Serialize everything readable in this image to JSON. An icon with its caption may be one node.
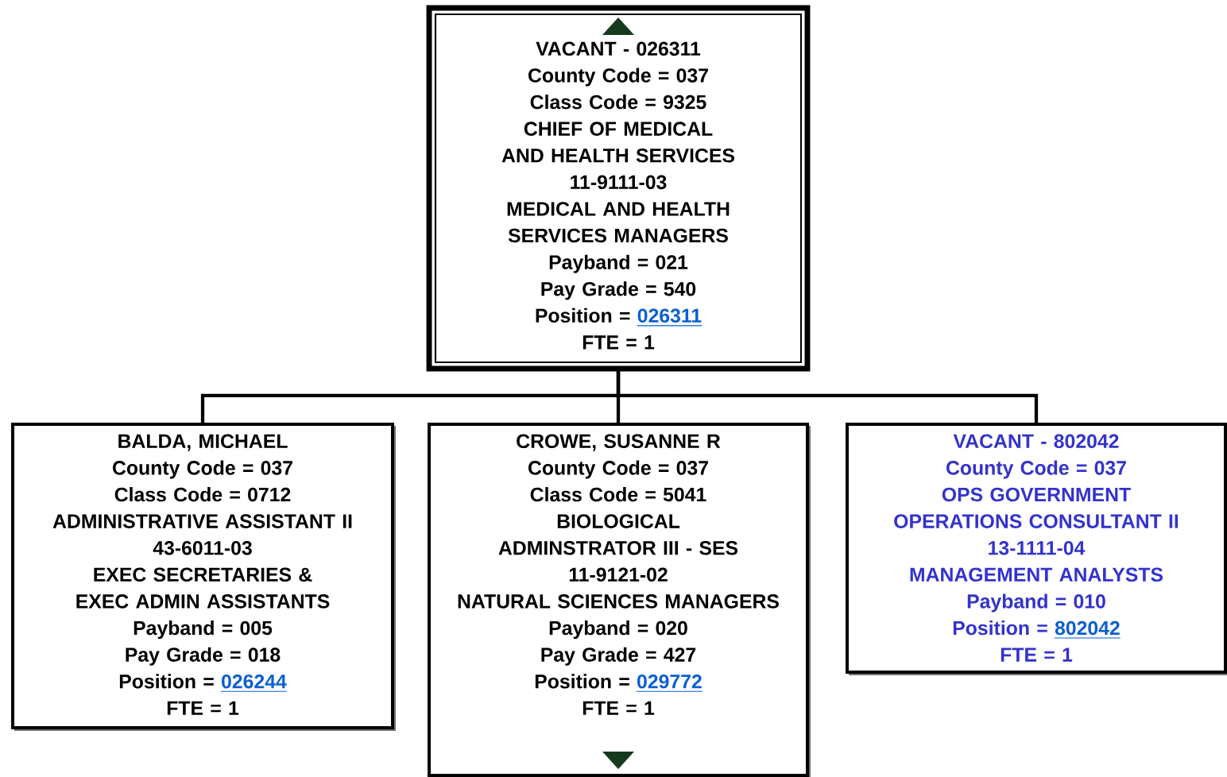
{
  "diagram": {
    "nodes": [
      {
        "text": [
          "VACANT - 026311",
          "County Code = 037",
          "Class Code = 9325",
          "CHIEF OF MEDICAL AND HEALTH SERVICES",
          "11-9111-03",
          "MEDICAL AND HEALTH SERVICES MANAGERS",
          "Payband = 021",
          "Pay Grade = 540",
          "Position =",
          "026311",
          "FTE = 1"
        ]
      },
      {
        "text": [
          "BALDA, MICHAEL",
          "County Code = 037",
          "Class Code = 0712",
          "ADMINISTRATIVE ASSISTANT II",
          "43-6011-03",
          "EXEC SECRETARIES & EXEC ADMIN ASSISTANTS",
          "Payband = 005",
          "Pay Grade = 018",
          "Position =",
          "026244",
          "FTE = 1"
        ]
      },
      {
        "text": [
          "CROWE, SUSANNE R",
          "County Code = 037",
          "Class Code = 5041",
          "BIOLOGICAL ADMINSTRATOR III - SES",
          "11-9121-02",
          "NATURAL SCIENCES MANAGERS",
          "Payband = 020",
          "Pay Grade = 427",
          "Position =",
          "029772",
          "FTE = 1"
        ]
      },
      {
        "text": [
          "VACANT - 802042",
          "County Code = 037",
          "OPS GOVERNMENT OPERATIONS CONSULTANT II",
          "13-1111-04",
          "MANAGEMENT ANALYSTS",
          "Payband = 010",
          "Position =",
          "802042",
          "FTE = 1"
        ]
      }
    ],
    "edges": [
      {
        "from": 0,
        "to": 1,
        "arrow": "none"
      },
      {
        "from": 0,
        "to": 2,
        "arrow": "none"
      },
      {
        "from": 0,
        "to": 3,
        "arrow": "none"
      }
    ]
  }
}
